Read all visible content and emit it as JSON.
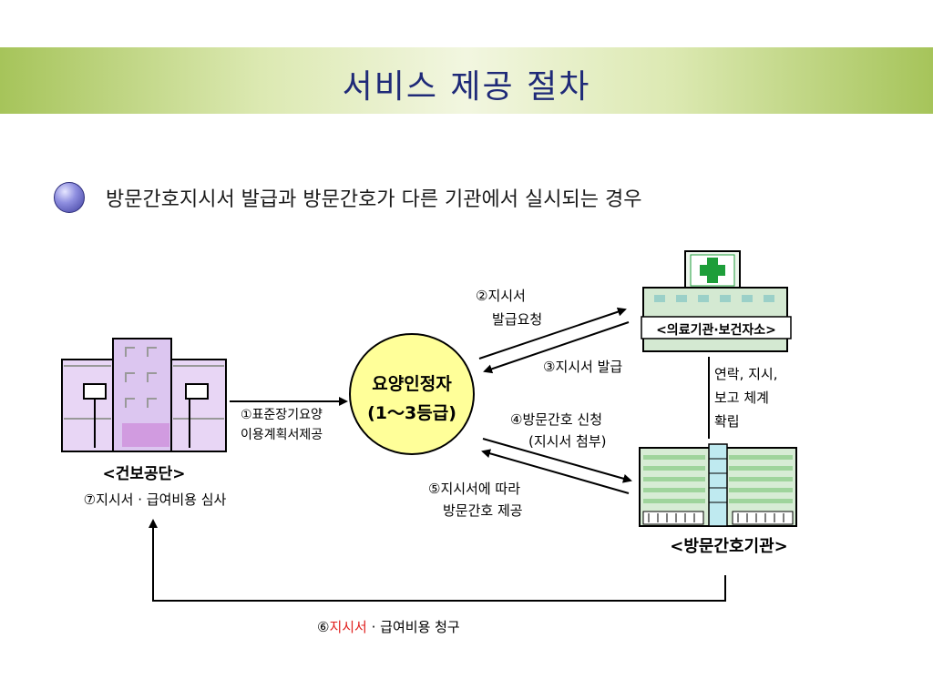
{
  "title": "서비스 제공 절차",
  "subtitle": "방문간호지시서 발급과 방문간호가 다른 기관에서 실시되는 경우",
  "nodes": {
    "center_line1": "요양인정자",
    "center_line2": "(1～3등급)",
    "nhis_name": "<건보공단>",
    "nhis_note": "⑦지시서 · 급여비용 심사",
    "medical_name": "<의료기관·보건자소>",
    "nursing_name": "<방문간호기관>"
  },
  "steps": {
    "s1_line1": "①표준장기요양",
    "s1_line2": "이용계획서제공",
    "s2_line1": "②지시서",
    "s2_line2": "발급요청",
    "s3": "③지시서 발급",
    "s4_line1": "④방문간호 신청",
    "s4_line2": "(지시서 첨부)",
    "s5_line1": "⑤지시서에 따라",
    "s5_line2": "방문간호 제공",
    "s6_num": "⑥",
    "s6_red": "지시서",
    "s6_rest": " · 급여비용 청구",
    "link_line1": "연락, 지시,",
    "link_line2": "보고 체계",
    "link_line3": "확립"
  },
  "colors": {
    "accent_red": "#e0201e",
    "circle_fill": "#ffff99",
    "building_fill": "#e8d6f5",
    "green": "#1e9e3a"
  }
}
